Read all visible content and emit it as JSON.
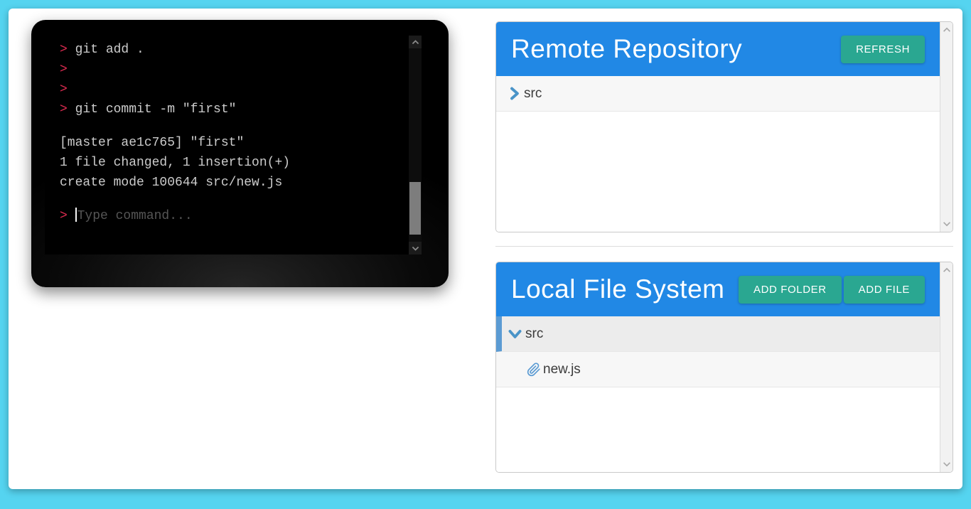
{
  "colors": {
    "frame_cyan": "#55d4f0",
    "header_blue": "#2188e5",
    "button_teal": "#2aa791",
    "prompt_red": "#dc2b50",
    "terminal_text": "#cccccc",
    "placeholder_gray": "#555555",
    "chevron_icon_blue": "#4a94c8",
    "selection_bar_blue": "#5b9bd3"
  },
  "terminal": {
    "prompt_symbol": ">",
    "lines": [
      {
        "prompt": true,
        "text": "git add .",
        "gap_before": false
      },
      {
        "prompt": true,
        "text": "",
        "gap_before": false
      },
      {
        "prompt": true,
        "text": "",
        "gap_before": false
      },
      {
        "prompt": true,
        "text": "git commit -m \"first\"",
        "gap_before": false
      },
      {
        "prompt": false,
        "text": "[master ae1c765] \"first\"",
        "gap_before": true
      },
      {
        "prompt": false,
        "text": "1 file changed, 1 insertion(+)",
        "gap_before": false
      },
      {
        "prompt": false,
        "text": "create mode 100644 src/new.js",
        "gap_before": false
      }
    ],
    "input_placeholder": "Type command..."
  },
  "remote_panel": {
    "title": "Remote Repository",
    "buttons": [
      {
        "name": "refresh-button",
        "label": "REFRESH"
      }
    ],
    "tree": [
      {
        "name": "src",
        "kind": "folder",
        "expanded": false,
        "selected": false,
        "indent": 0,
        "icon": "chevron-right-icon"
      }
    ]
  },
  "local_panel": {
    "title": "Local File System",
    "buttons": [
      {
        "name": "add-folder-button",
        "label": "ADD FOLDER"
      },
      {
        "name": "add-file-button",
        "label": "ADD FILE"
      }
    ],
    "tree": [
      {
        "name": "src",
        "kind": "folder",
        "expanded": true,
        "selected": true,
        "indent": 0,
        "icon": "chevron-down-icon"
      },
      {
        "name": "new.js",
        "kind": "file",
        "expanded": false,
        "selected": false,
        "indent": 1,
        "icon": "paperclip-icon"
      }
    ]
  }
}
